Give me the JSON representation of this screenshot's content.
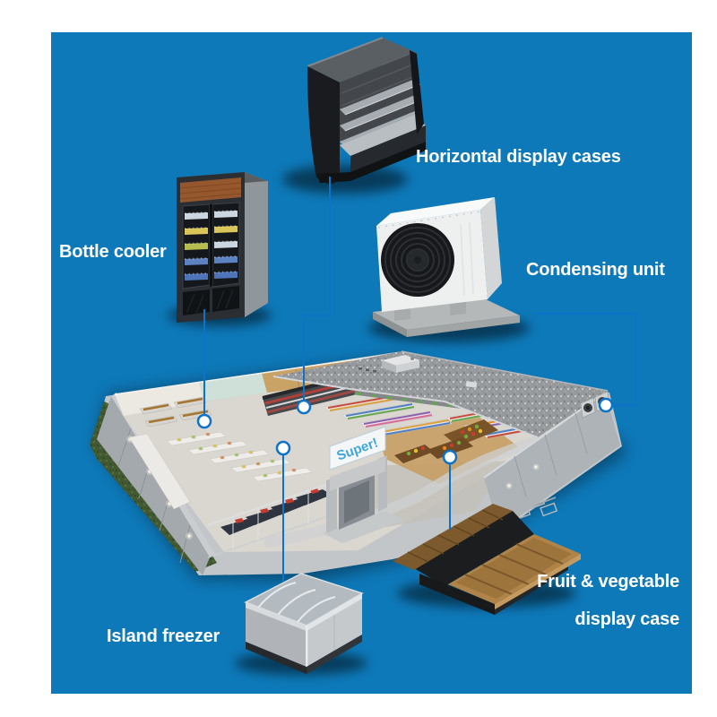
{
  "canvas": {
    "background_color": "#0e79b9",
    "line_color": "#0d72c8",
    "circle_fill": "#ffffff",
    "text_color": "#ffffff"
  },
  "callouts": [
    {
      "id": "horizontal-display-cases",
      "label": "Horizontal display cases"
    },
    {
      "id": "bottle-cooler",
      "label": "Bottle cooler"
    },
    {
      "id": "condensing-unit",
      "label": "Condensing unit"
    },
    {
      "id": "island-freezer",
      "label": "Island freezer"
    },
    {
      "id": "fruit-vegetable-display-case",
      "label_line1": "Fruit & vegetable",
      "label_line2": "display case"
    }
  ],
  "building": {
    "sign_text": "Super!"
  }
}
